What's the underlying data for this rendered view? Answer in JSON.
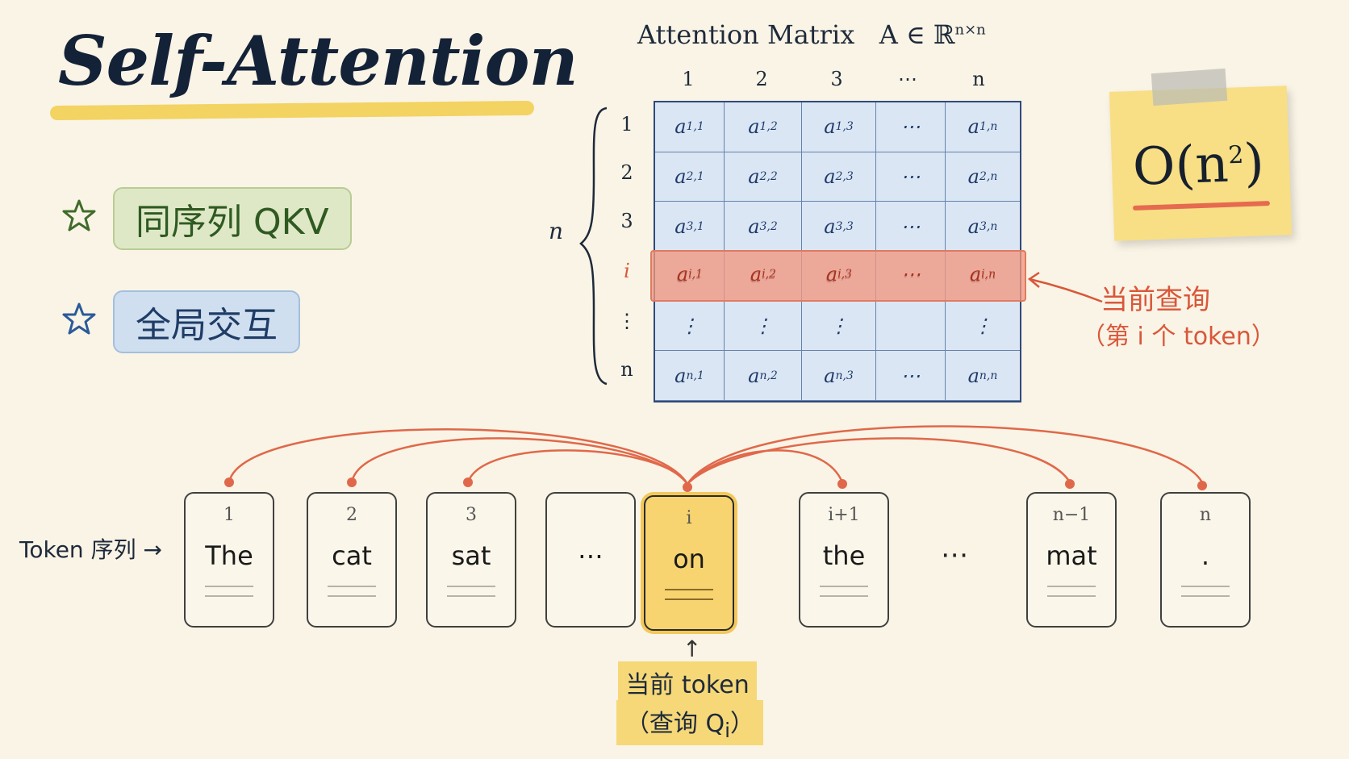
{
  "title": "Self-Attention",
  "bullets": [
    {
      "icon": "star-icon",
      "text": "同序列 QKV",
      "color": "#3f6b2b"
    },
    {
      "icon": "star-icon",
      "text": "全局交互",
      "color": "#2a5a9a"
    }
  ],
  "matrix": {
    "title": "Attention Matrix",
    "formula_base": "A ∈ ℝ",
    "formula_sup": "n×n",
    "col_headers": [
      "1",
      "2",
      "3",
      "⋯",
      "n"
    ],
    "row_headers": [
      "1",
      "2",
      "3",
      "i",
      "⋮",
      "n"
    ],
    "size_label": "n",
    "cells": [
      [
        [
          "a",
          "1,1"
        ],
        [
          "a",
          "1,2"
        ],
        [
          "a",
          "1,3"
        ],
        [
          "⋯",
          ""
        ],
        [
          "a",
          "1,n"
        ]
      ],
      [
        [
          "a",
          "2,1"
        ],
        [
          "a",
          "2,2"
        ],
        [
          "a",
          "2,3"
        ],
        [
          "⋯",
          ""
        ],
        [
          "a",
          "2,n"
        ]
      ],
      [
        [
          "a",
          "3,1"
        ],
        [
          "a",
          "3,2"
        ],
        [
          "a",
          "3,3"
        ],
        [
          "⋯",
          ""
        ],
        [
          "a",
          "3,n"
        ]
      ],
      [
        [
          "a",
          "i,1"
        ],
        [
          "a",
          "i,2"
        ],
        [
          "a",
          "i,3"
        ],
        [
          "⋯",
          ""
        ],
        [
          "a",
          "i,n"
        ]
      ],
      [
        [
          "⋮",
          ""
        ],
        [
          "⋮",
          ""
        ],
        [
          "⋮",
          ""
        ],
        [
          "",
          ""
        ],
        [
          "⋮",
          ""
        ]
      ],
      [
        [
          "a",
          "n,1"
        ],
        [
          "a",
          "n,2"
        ],
        [
          "a",
          "n,3"
        ],
        [
          "⋯",
          ""
        ],
        [
          "a",
          "n,n"
        ]
      ]
    ],
    "highlight_row_index": 3,
    "query_label": "当前查询",
    "query_sub": "（第 i 个 token）"
  },
  "complexity": {
    "base": "O(n",
    "sup": "2",
    "close": ")"
  },
  "tokens": {
    "sequence_label": "Token 序列 →",
    "items": [
      {
        "index": "1",
        "word": "The"
      },
      {
        "index": "2",
        "word": "cat"
      },
      {
        "index": "3",
        "word": "sat"
      },
      {
        "index": "",
        "word": "⋯"
      },
      {
        "index": "i",
        "word": "on",
        "active": true
      },
      {
        "index": "i+1",
        "word": "the"
      },
      {
        "index": "n−1",
        "word": "mat"
      },
      {
        "index": "n",
        "word": "."
      }
    ],
    "gap_ellipsis": "⋯",
    "current_arrow": "↑",
    "current_label": "当前 token",
    "current_sub": "（查询 Q",
    "current_sub_subscript": "i",
    "current_sub_close": "）"
  },
  "colors": {
    "background": "#faf4e6",
    "accent_red": "#d9573a",
    "highlight_yellow": "#f7d46f",
    "matrix_blue": "#dae6f4"
  }
}
